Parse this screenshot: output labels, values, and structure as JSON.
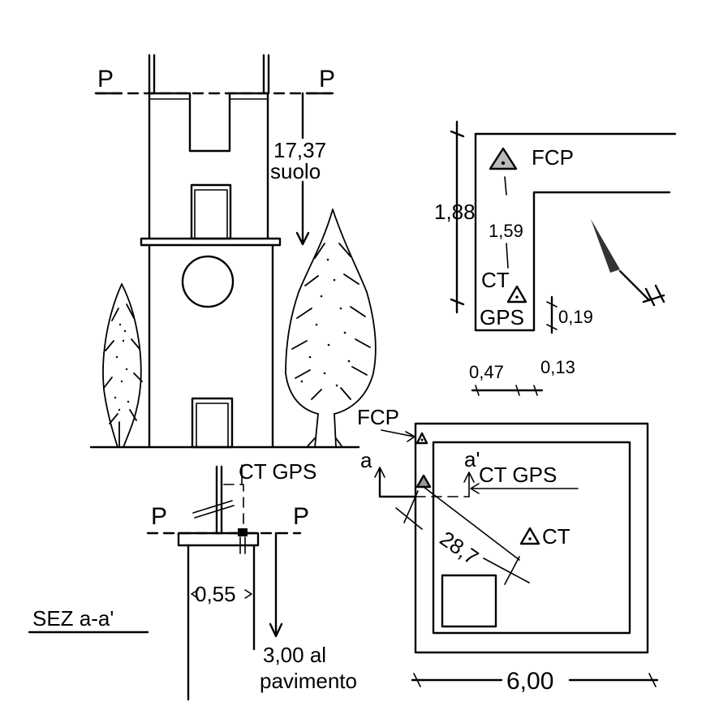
{
  "elevation": {
    "plane_left": "P",
    "plane_right": "P",
    "height_value": "17,37",
    "height_ref": "suolo"
  },
  "detail_plan": {
    "fcp": "FCP",
    "dim_188": "1,88",
    "dim_159": "1,59",
    "ct": "CT",
    "gps": "GPS",
    "dim_019": "0,19",
    "dim_047": "0,47",
    "dim_013": "0,13"
  },
  "section": {
    "ct_gps": "CT GPS",
    "plane_left": "P",
    "plane_right": "P",
    "width": "0,55",
    "title": "SEZ a-a'",
    "depth_value": "3,00 al",
    "depth_ref": "pavimento"
  },
  "site_plan": {
    "fcp": "FCP",
    "section_a": "a",
    "section_a_prime": "a'",
    "ct_gps": "CT GPS",
    "distance": "28,7",
    "ct": "CT",
    "width": "6,00"
  }
}
